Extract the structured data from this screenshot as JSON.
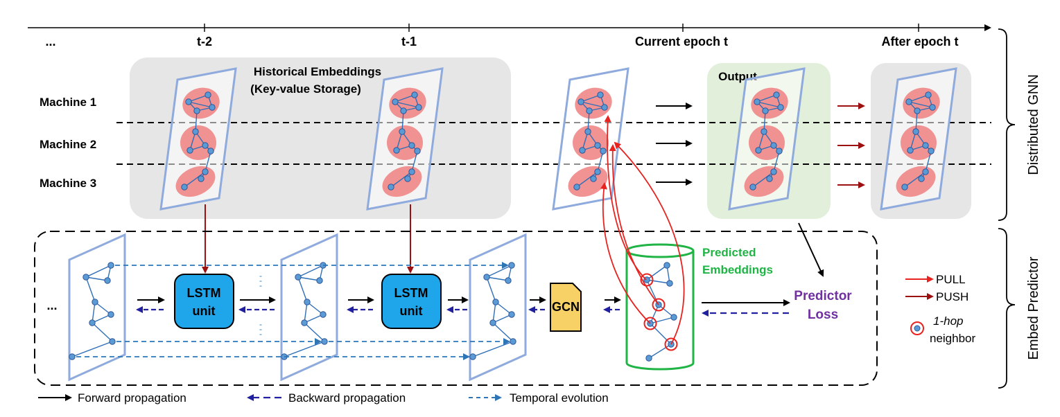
{
  "timeline": {
    "ellipsis": "...",
    "t_minus_2": "t-2",
    "t_minus_1": "t-1",
    "current_epoch": "Current epoch t",
    "after_epoch": "After epoch t"
  },
  "machines": [
    "Machine 1",
    "Machine 2",
    "Machine 3"
  ],
  "historical": {
    "title_line1": "Historical Embeddings",
    "title_line2": "(Key-value Storage)"
  },
  "output_label": "Output",
  "side_labels": {
    "distributed": "Distributed GNN",
    "predictor": "Embed Predictor"
  },
  "predictor": {
    "ellipsis": "...",
    "lstm_line1": "LSTM",
    "lstm_line2": "unit",
    "gcn": "GCN",
    "predicted_line1": "Predicted",
    "predicted_line2": "Embeddings",
    "loss_line1": "Predictor",
    "loss_line2": "Loss"
  },
  "legend_right": {
    "pull": "PULL",
    "push": "PUSH",
    "one_hop_italic": "1-hop",
    "neighbor": "neighbor"
  },
  "legend_bottom": {
    "forward": "Forward propagation",
    "backward": "Backward propagation",
    "temporal": "Temporal evolution"
  },
  "colors": {
    "pull": "#e8231f",
    "push": "#9b1111",
    "lstm_fill": "#1fa6ea",
    "gcn_fill": "#f7d166",
    "predicted_green": "#1fb445",
    "loss_purple": "#7030a0",
    "node": "#5b9bd5",
    "cluster": "#f08080",
    "temporal": "#2e75b6",
    "backward": "#1f1f9f"
  }
}
